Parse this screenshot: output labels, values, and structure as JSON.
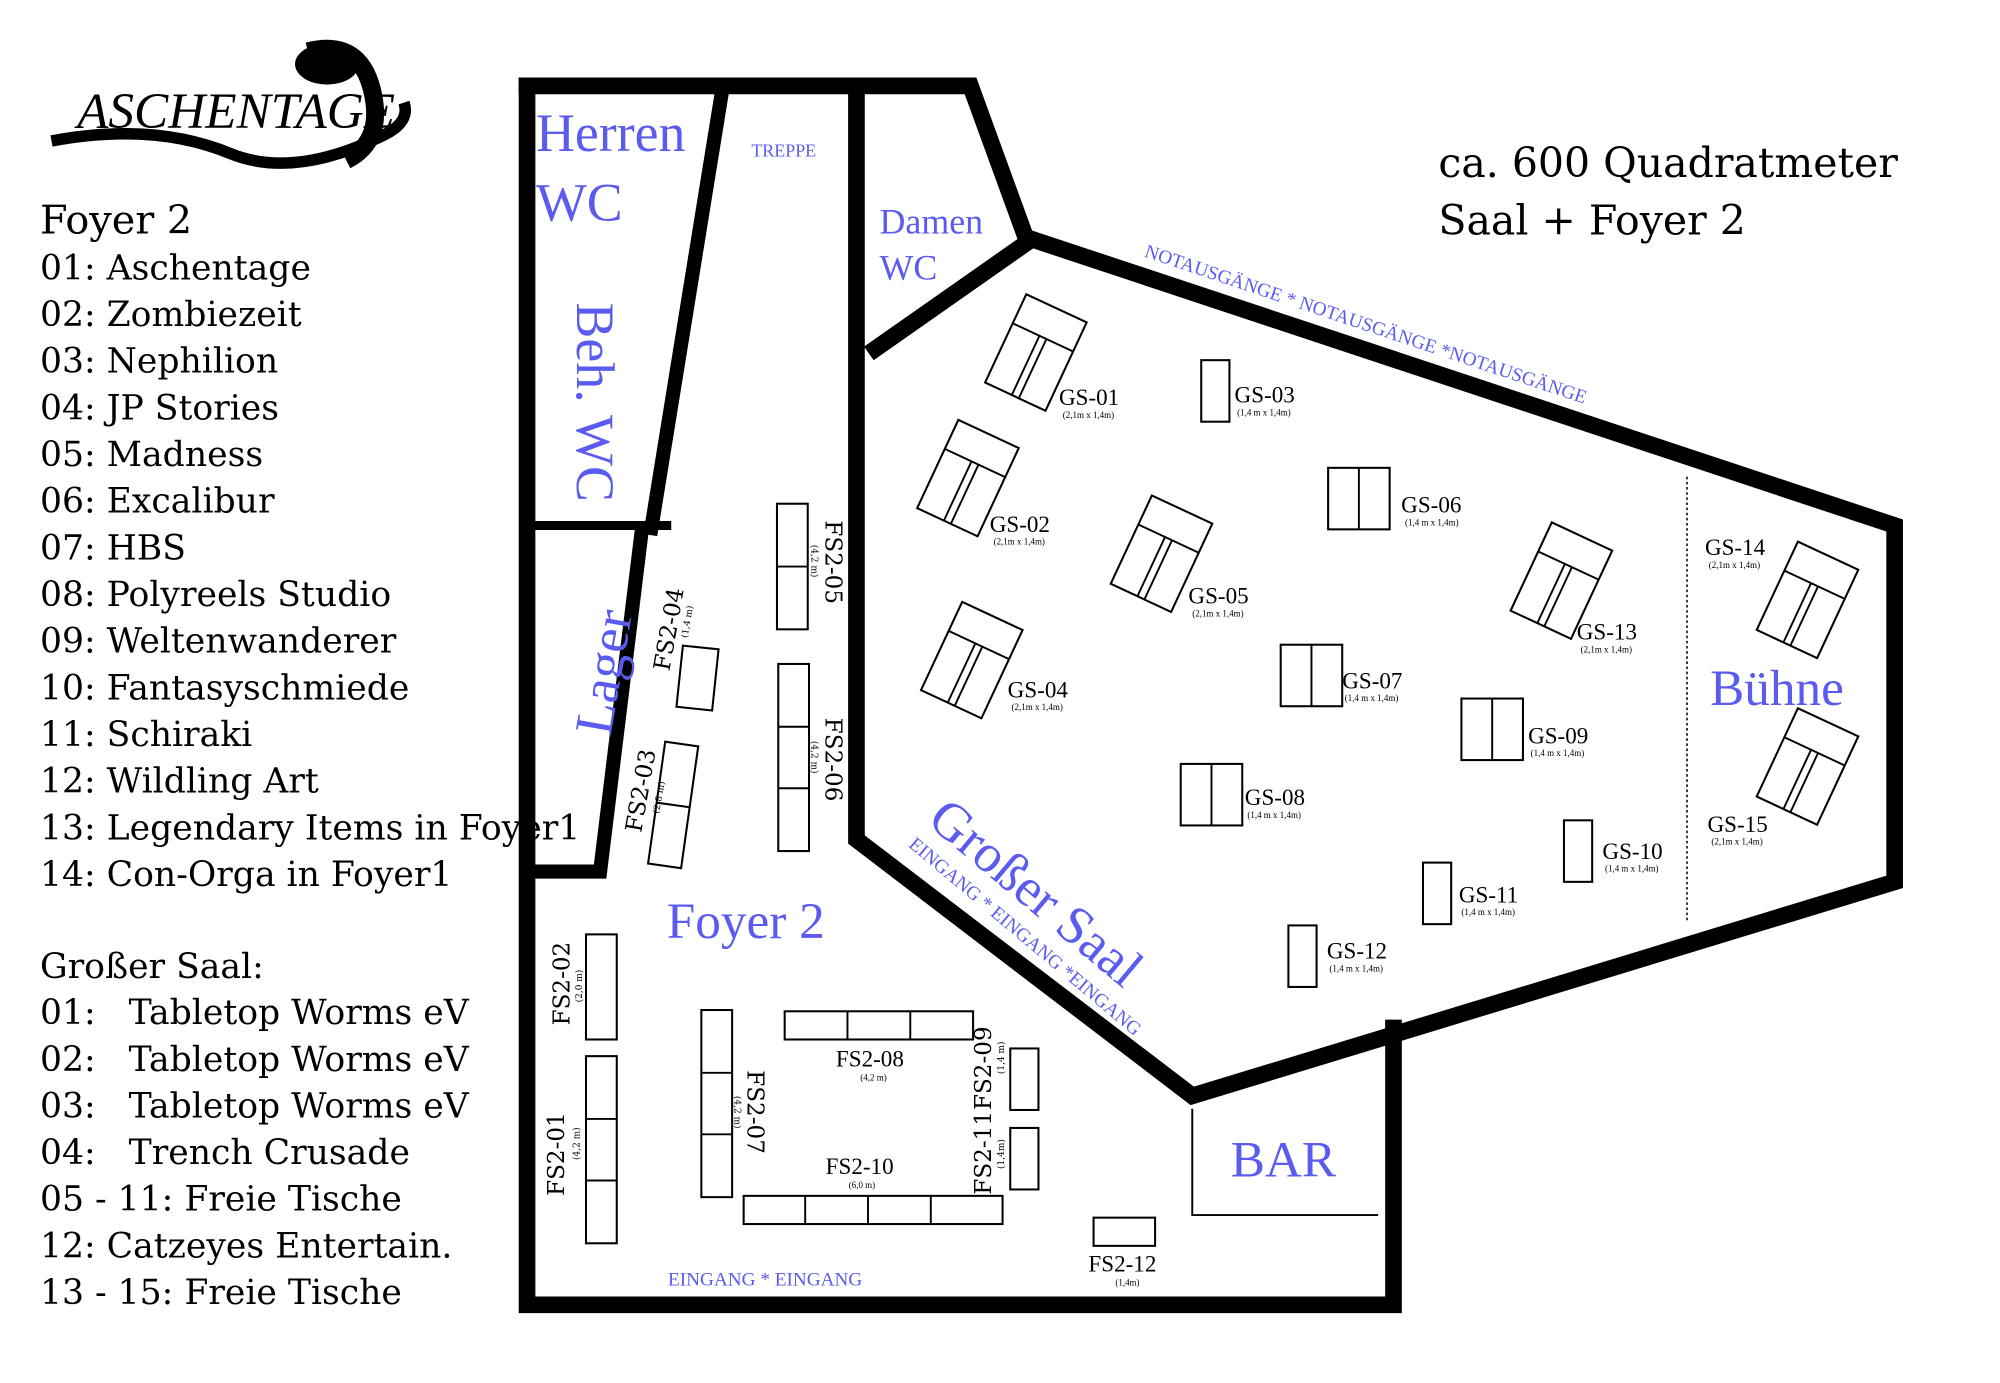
{
  "logo": {
    "text": "ASCHENTAGE"
  },
  "header": {
    "area": "ca. 600 Quadratmeter",
    "subtitle": "Saal + Foyer 2"
  },
  "legend": {
    "foyer_title": "Foyer 2",
    "foyer_items": [
      "01: Aschentage",
      "02: Zombiezeit",
      "03: Nephilion",
      "04: JP Stories",
      "05: Madness",
      "06: Excalibur",
      "07: HBS",
      "08: Polyreels Studio",
      "09: Weltenwanderer",
      "10: Fantasyschmiede",
      "11: Schiraki",
      "12: Wildling Art",
      "13: Legendary Items in Foyer1",
      "14: Con-Orga in Foyer1"
    ],
    "saal_title": "Großer Saal:",
    "saal_items": [
      "01:   Tabletop Worms eV",
      "02:   Tabletop Worms eV",
      "03:   Tabletop Worms eV",
      "04:   Trench Crusade",
      "05 - 11: Freie Tische",
      "12: Catzeyes Entertain.",
      "13 - 15: Freie Tische"
    ]
  },
  "rooms": {
    "herren": "Herren",
    "herren_wc": "WC",
    "treppe": "TREPPE",
    "damen": "Damen",
    "damen_wc": "WC",
    "beh_wc": "Beh. WC",
    "lager": "Lager",
    "foyer": "Foyer 2",
    "saal": "Großer Saal",
    "buehne": "Bühne",
    "bar": "BAR",
    "notausgang": "NOTAUSGÄNGE * NOTAUSGÄNGE *NOTAUSGÄNGE",
    "eingang_saal": "EINGANG * EINGANG *EINGANG",
    "eingang_foyer": "EINGANG * EINGANG"
  },
  "tables": {
    "gs01": {
      "id": "GS-01",
      "size": "(2,1m x 1,4m)"
    },
    "gs02": {
      "id": "GS-02",
      "size": "(2,1m x 1,4m)"
    },
    "gs03": {
      "id": "GS-03",
      "size": "(1,4 m x 1,4m)"
    },
    "gs04": {
      "id": "GS-04",
      "size": "(2,1m x 1,4m)"
    },
    "gs05": {
      "id": "GS-05",
      "size": "(2,1m x 1,4m)"
    },
    "gs06": {
      "id": "GS-06",
      "size": "(1,4 m x 1,4m)"
    },
    "gs07": {
      "id": "GS-07",
      "size": "(1,4 m x 1,4m)"
    },
    "gs08": {
      "id": "GS-08",
      "size": "(1,4 m x 1,4m)"
    },
    "gs09": {
      "id": "GS-09",
      "size": "(1,4 m x 1,4m)"
    },
    "gs10": {
      "id": "GS-10",
      "size": "(1,4 m x 1,4m)"
    },
    "gs11": {
      "id": "GS-11",
      "size": "(1,4 m x 1,4m)"
    },
    "gs12": {
      "id": "GS-12",
      "size": "(1,4 m x 1,4m)"
    },
    "gs13": {
      "id": "GS-13",
      "size": "(2,1m x 1,4m)"
    },
    "gs14": {
      "id": "GS-14",
      "size": "(2,1m x 1,4m)"
    },
    "gs15": {
      "id": "GS-15",
      "size": "(2,1m x 1,4m)"
    },
    "fs01": {
      "id": "FS2-01",
      "size": "(4,2 m)"
    },
    "fs02": {
      "id": "FS2-02",
      "size": "(2,0 m)"
    },
    "fs03": {
      "id": "FS2-03",
      "size": "(2,8 m)"
    },
    "fs04": {
      "id": "FS2-04",
      "size": "(1,4 m)"
    },
    "fs05": {
      "id": "FS2-05",
      "size": "(4,2 m)"
    },
    "fs06": {
      "id": "FS2-06",
      "size": "(4,2 m)"
    },
    "fs07": {
      "id": "FS2-07",
      "size": "(4,2 m)"
    },
    "fs08": {
      "id": "FS2-08",
      "size": "(4,2 m)"
    },
    "fs09": {
      "id": "FS2-09",
      "size": "(1,4 m)"
    },
    "fs10": {
      "id": "FS2-10",
      "size": "(6,0 m)"
    },
    "fs11": {
      "id": "FS2-11",
      "size": "(1,4m)"
    },
    "fs12": {
      "id": "FS2-12",
      "size": "(1,4m)"
    }
  }
}
